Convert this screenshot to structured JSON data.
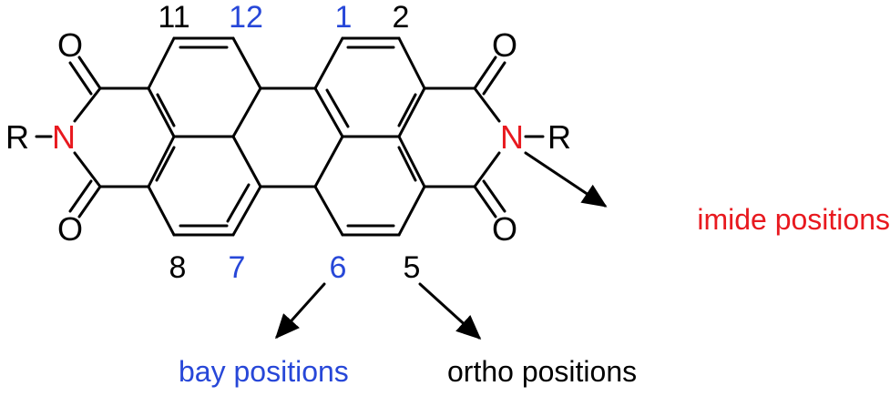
{
  "colors": {
    "black": "#000000",
    "blue": "#2747d8",
    "red": "#e8191f"
  },
  "molecule": {
    "oxygen": "O",
    "nitrogen": "N",
    "substituent": "R"
  },
  "position_numbers": {
    "p11": "11",
    "p12": "12",
    "p1": "1",
    "p2": "2",
    "p8": "8",
    "p7": "7",
    "p6": "6",
    "p5": "5"
  },
  "captions": {
    "imide": "imide positions",
    "bay": "bay positions",
    "ortho": "ortho positions"
  }
}
